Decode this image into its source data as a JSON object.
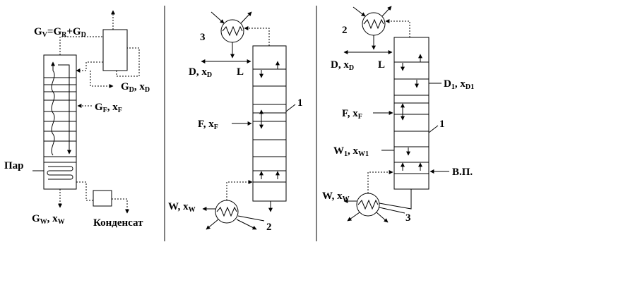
{
  "left": {
    "gv": [
      "G",
      "V",
      "=G",
      "R",
      "+G",
      "D"
    ],
    "gd": [
      "G",
      "D",
      ", x",
      "D"
    ],
    "gf": [
      "G",
      "F",
      ", x",
      "F"
    ],
    "par": "Пар",
    "gw": [
      "G",
      "W",
      ", x",
      "W"
    ],
    "kondensat": "Конденсат"
  },
  "middle": {
    "n3": "3",
    "d": [
      "D, x",
      "D"
    ],
    "l": "L",
    "n1": "1",
    "f": [
      "F, x",
      "F"
    ],
    "w": [
      "W, x",
      "W"
    ],
    "n2": "2"
  },
  "right": {
    "n2": "2",
    "d": [
      "D, x",
      "D"
    ],
    "l": "L",
    "d1": [
      "D",
      "1",
      ", x",
      "D1"
    ],
    "f": [
      "F, x",
      "F"
    ],
    "n1": "1",
    "w1": [
      "W",
      "1",
      ", x",
      "W1"
    ],
    "vp": "В.П.",
    "w": [
      "W, x",
      "W"
    ],
    "n3": "3"
  }
}
